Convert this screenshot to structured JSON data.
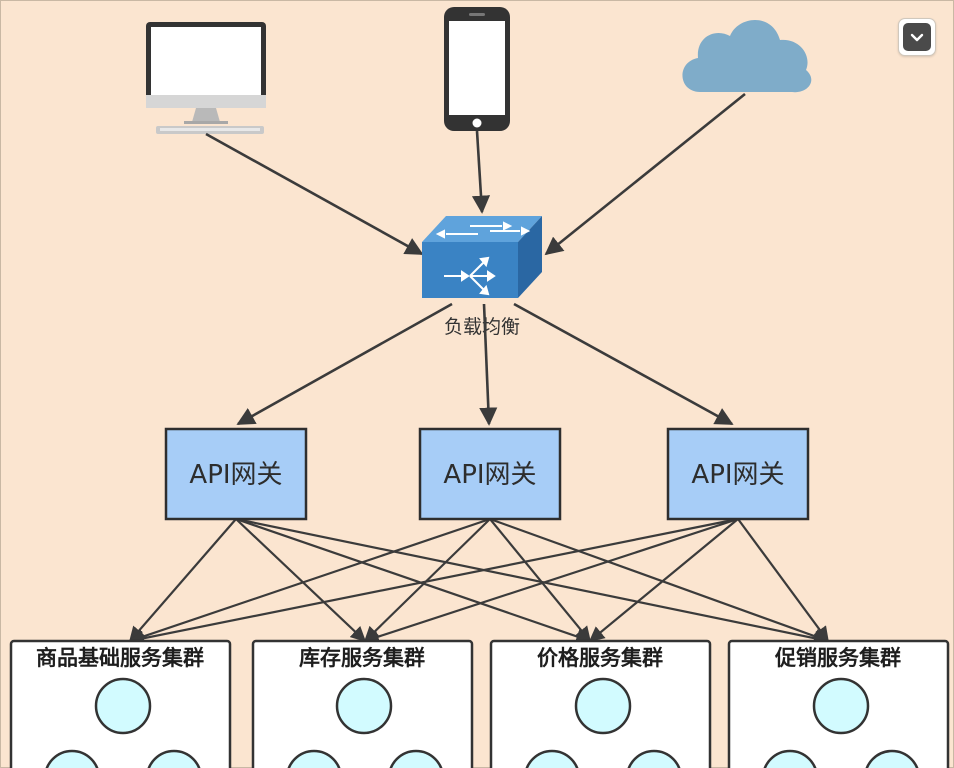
{
  "canvas": {
    "background": "#fbe5d0",
    "border": "#c9b8a4"
  },
  "devices": [
    {
      "id": "desktop",
      "icon": "desktop-monitor-icon"
    },
    {
      "id": "phone",
      "icon": "smartphone-icon"
    },
    {
      "id": "cloud",
      "icon": "cloud-icon"
    }
  ],
  "load_balancer": {
    "label": "负载均衡",
    "icon": "network-switch-icon",
    "color": "#3a83c4"
  },
  "gateways": [
    {
      "id": "gw1",
      "label": "API网关"
    },
    {
      "id": "gw2",
      "label": "API网关"
    },
    {
      "id": "gw3",
      "label": "API网关"
    }
  ],
  "gateway_color": "#a7cdf7",
  "clusters": [
    {
      "id": "c1",
      "label": "商品基础服务集群"
    },
    {
      "id": "c2",
      "label": "库存服务集群"
    },
    {
      "id": "c3",
      "label": "价格服务集群"
    },
    {
      "id": "c4",
      "label": "促销服务集群"
    }
  ],
  "node_color": "#d2fbff",
  "edge_color": "#3b3b3b",
  "collapse_button": {
    "icon": "chevron-down-icon"
  }
}
